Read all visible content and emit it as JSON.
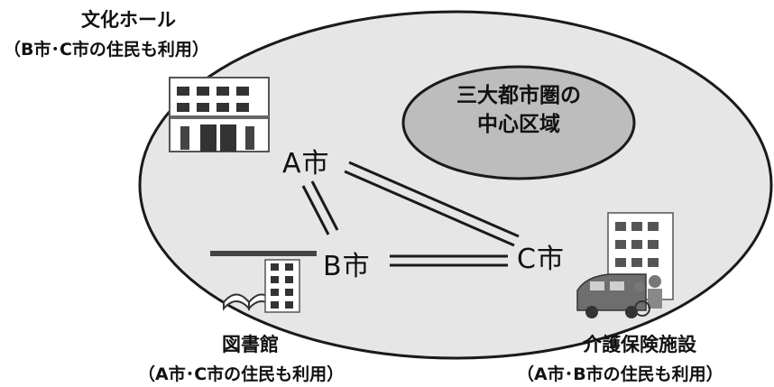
{
  "center_region": {
    "line1": "三大都市圏の",
    "line2": "中心区域"
  },
  "cities": {
    "a": "A市",
    "b": "B市",
    "c": "C市"
  },
  "facilities": {
    "culture_hall": {
      "name": "文化ホール",
      "note": "（B市･C市の住民も利用）"
    },
    "library": {
      "name": "図書館",
      "note": "（A市･C市の住民も利用）"
    },
    "care_facility": {
      "name": "介護保険施設",
      "note": "（A市･B市の住民も利用）"
    }
  },
  "colors": {
    "region_fill": "#e6e6e6",
    "center_fill": "#bdbdbd",
    "outline": "#1a1a1a"
  }
}
